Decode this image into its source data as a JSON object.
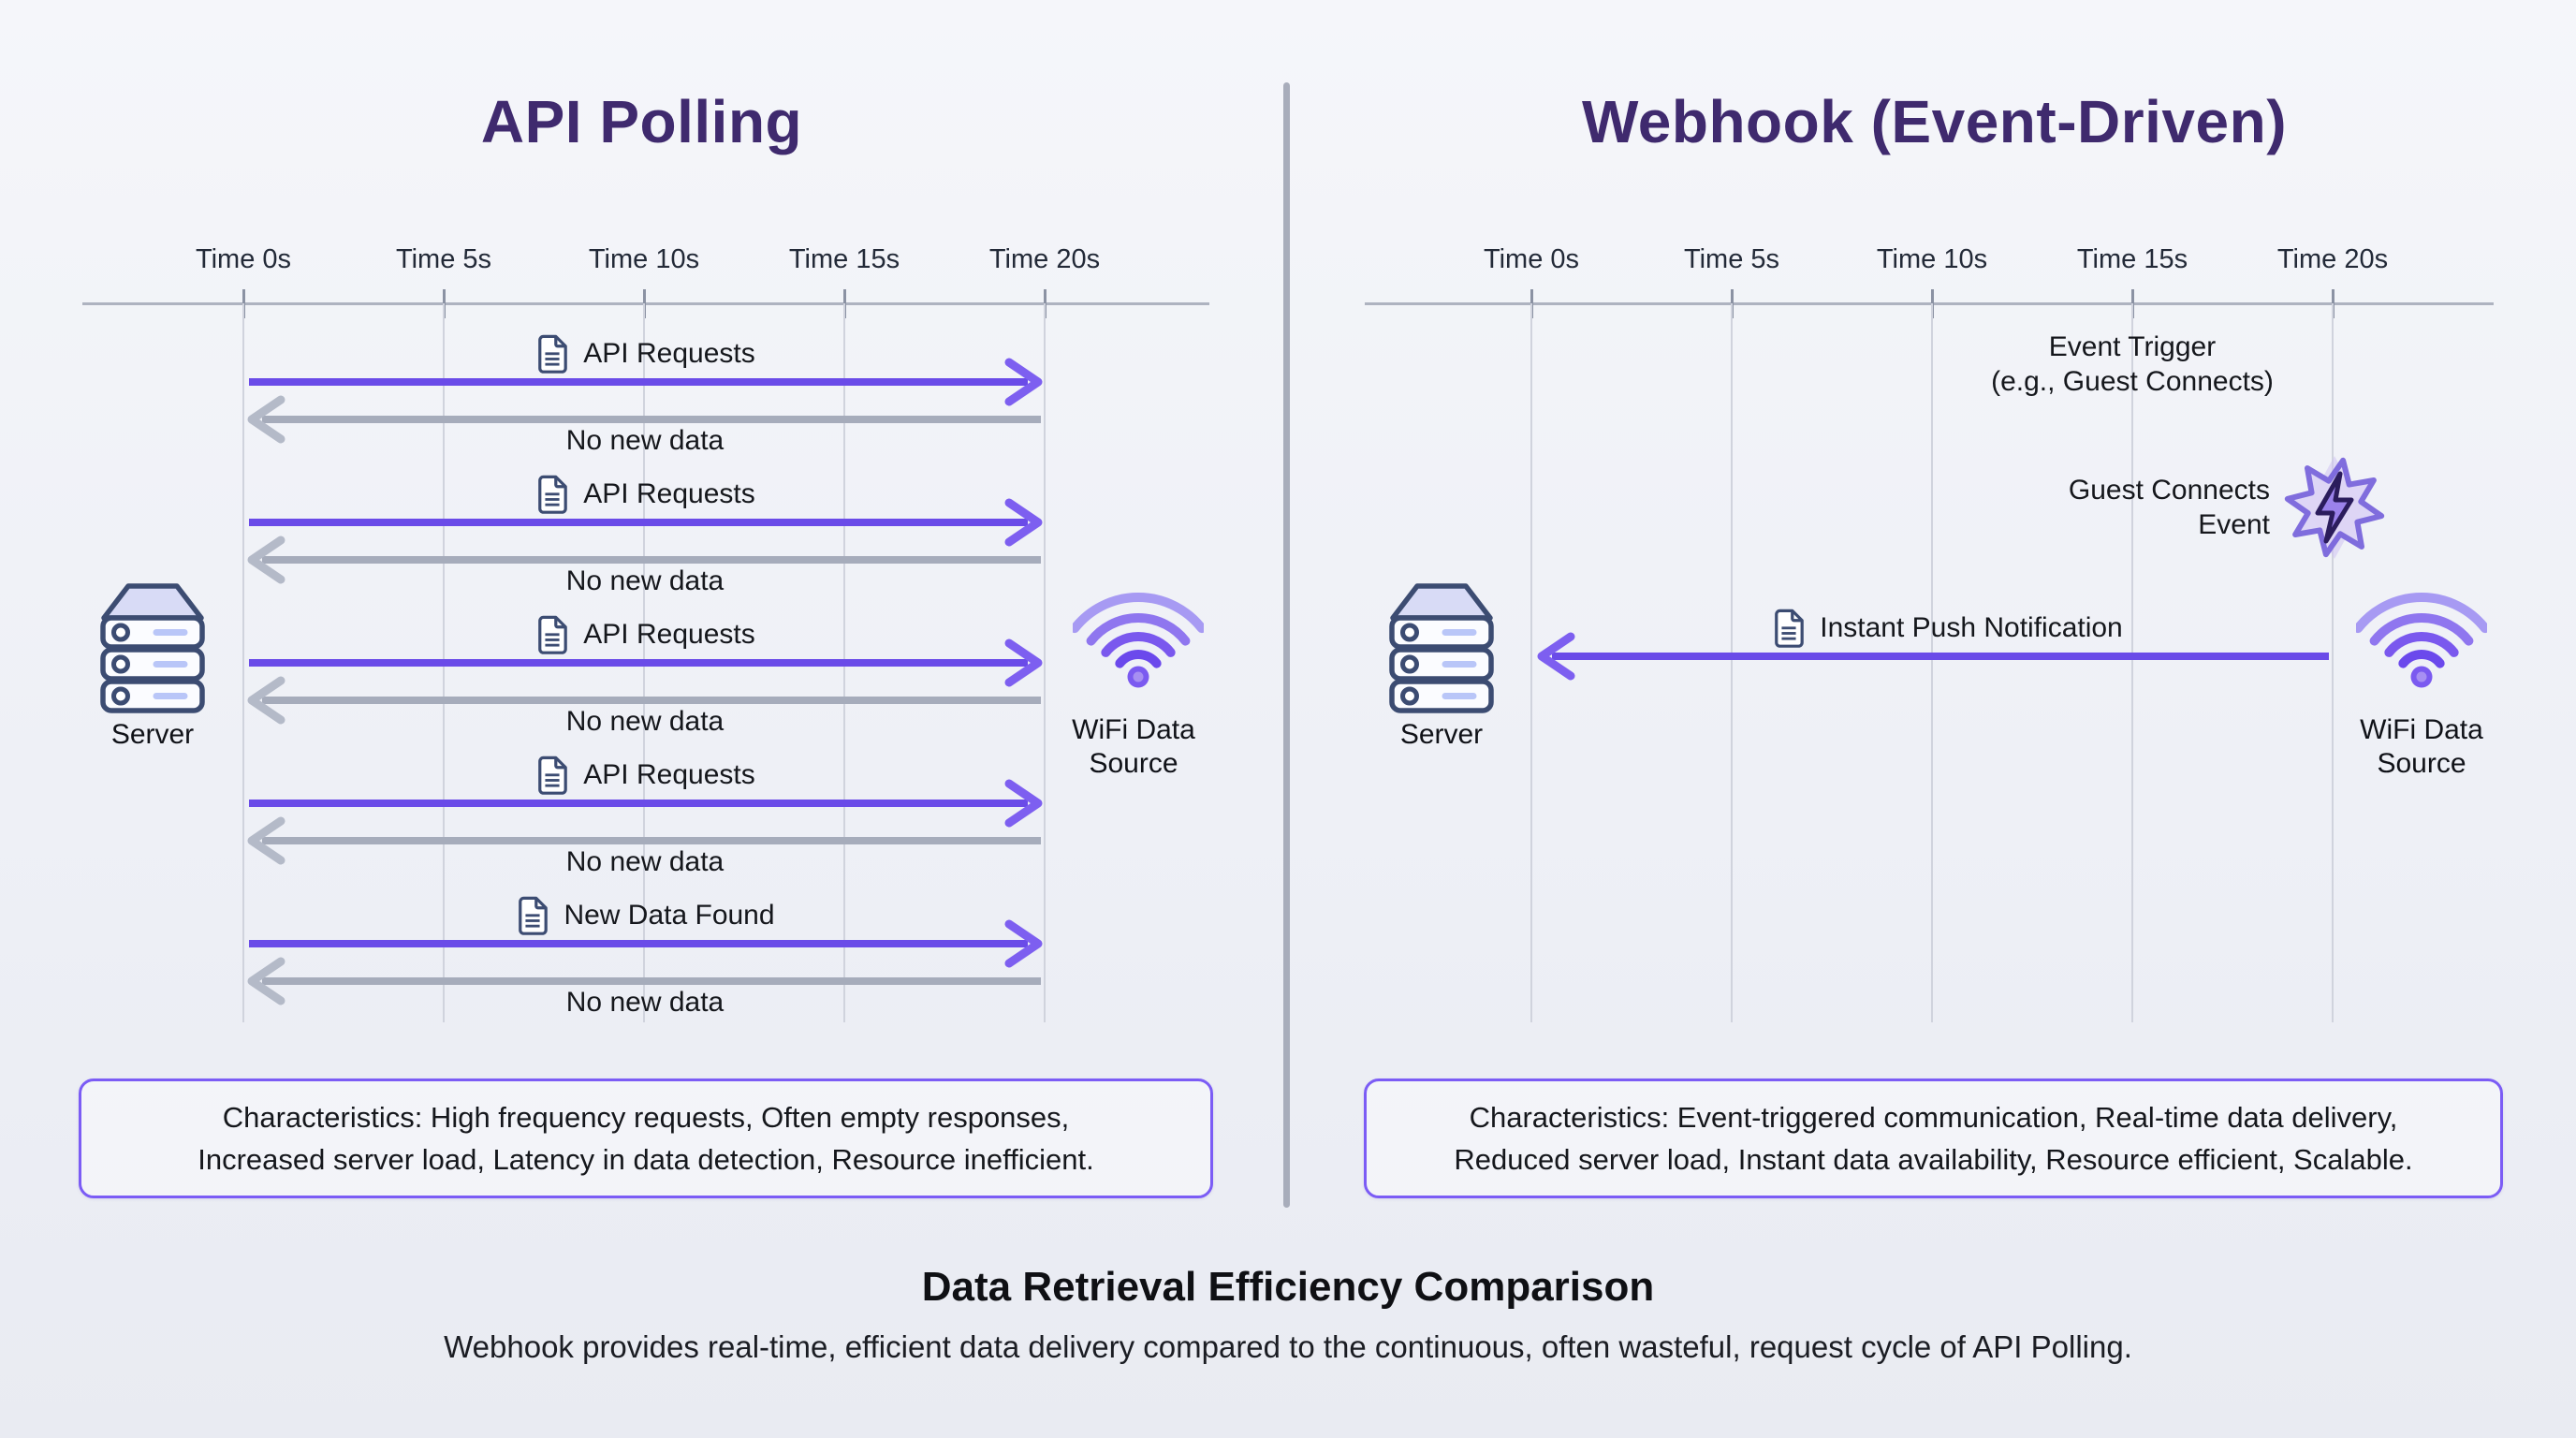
{
  "left_panel": {
    "title": "API Polling",
    "timeline": [
      "Time 0s",
      "Time 5s",
      "Time 10s",
      "Time 15s",
      "Time 20s"
    ],
    "server_label": "Server",
    "wifi_label": "WiFi Data\nSource",
    "cycles": [
      {
        "request": "API Requests",
        "response": "No new data"
      },
      {
        "request": "API Requests",
        "response": "No new data"
      },
      {
        "request": "API Requests",
        "response": "No new data"
      },
      {
        "request": "API Requests",
        "response": "No new data"
      },
      {
        "request": "New Data Found",
        "response": "No new data"
      }
    ],
    "characteristics": "Characteristics: High frequency requests, Often empty responses,\nIncreased server load, Latency in data detection, Resource inefficient."
  },
  "right_panel": {
    "title": "Webhook (Event-Driven)",
    "timeline": [
      "Time 0s",
      "Time 5s",
      "Time 10s",
      "Time 15s",
      "Time 20s"
    ],
    "server_label": "Server",
    "wifi_label": "WiFi Data\nSource",
    "event_trigger": "Event Trigger\n(e.g., Guest Connects)",
    "guest_event": "Guest Connects\nEvent",
    "push_label": "Instant Push Notification",
    "characteristics": "Characteristics: Event-triggered communication, Real-time data delivery,\nReduced server load, Instant data availability, Resource efficient, Scalable."
  },
  "footer": {
    "title": "Data Retrieval Efficiency Comparison",
    "subtitle": "Webhook provides real-time, efficient data delivery compared to the continuous, often wasteful, request cycle of API Polling."
  },
  "icons": {
    "server": "server-stack-icon",
    "wifi": "wifi-icon",
    "document": "document-icon",
    "burst": "lightning-burst-icon"
  },
  "colors": {
    "accent_purple": "#6a4be8",
    "arrow_gray": "#a6acbb",
    "title_purple": "#3f2a6e",
    "box_border": "#7b5cf5",
    "icon_outline": "#3c4c72",
    "background": "#eef0f6"
  }
}
